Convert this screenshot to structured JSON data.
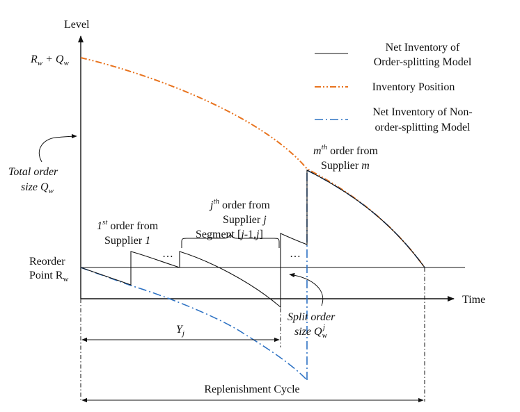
{
  "axes": {
    "y_label": "Level",
    "x_label": "Time"
  },
  "y_markers": {
    "top_main": "R",
    "top_sub1": "w",
    "top_plus": " + Q",
    "top_sub2": "w",
    "reorder_line1": "Reorder",
    "reorder_line2": "Point R",
    "reorder_sub": "w"
  },
  "legend": [
    {
      "line1": "Net Inventory of",
      "line2": "Order-splitting Model",
      "color": "#111111",
      "style": "solid"
    },
    {
      "line1": "Inventory Position",
      "line2": "",
      "color": "#e8731e",
      "style": "dash-dot-dot"
    },
    {
      "line1": "Net Inventory of Non-",
      "line2": "order-splitting Model",
      "color": "#2f73c4",
      "style": "dash-dot"
    }
  ],
  "annotations": {
    "total_order_line1": "Total order",
    "total_order_line2": "size Q",
    "total_order_sub": "w",
    "first_sup": "st",
    "first_pre": "1",
    "first_rest": " order from",
    "first_line2": "Supplier ",
    "first_line2_i": "1",
    "jth_pre": "j",
    "jth_sup": "th",
    "jth_rest": " order from",
    "jth_line2": "Supplier ",
    "jth_line2_i": "j",
    "mth_pre": "m",
    "mth_sup": "th",
    "mth_rest": " order from",
    "mth_line2": "Supplier ",
    "mth_line2_i": "m",
    "segment": "Segment [",
    "segment_j1": "j",
    "segment_mid": "-1,",
    "segment_j2": "j",
    "segment_end": "]",
    "ellipsis1": "…",
    "ellipsis2": "…",
    "split_line1": "Split order",
    "split_line2": "size Q",
    "split_sub": "w",
    "split_sup": "j",
    "yj": "Y",
    "yj_sub": "j",
    "cycle": "Replenishment Cycle"
  },
  "colors": {
    "net_inventory": "#111111",
    "inventory_position": "#e8731e",
    "non_splitting": "#2f73c4"
  }
}
